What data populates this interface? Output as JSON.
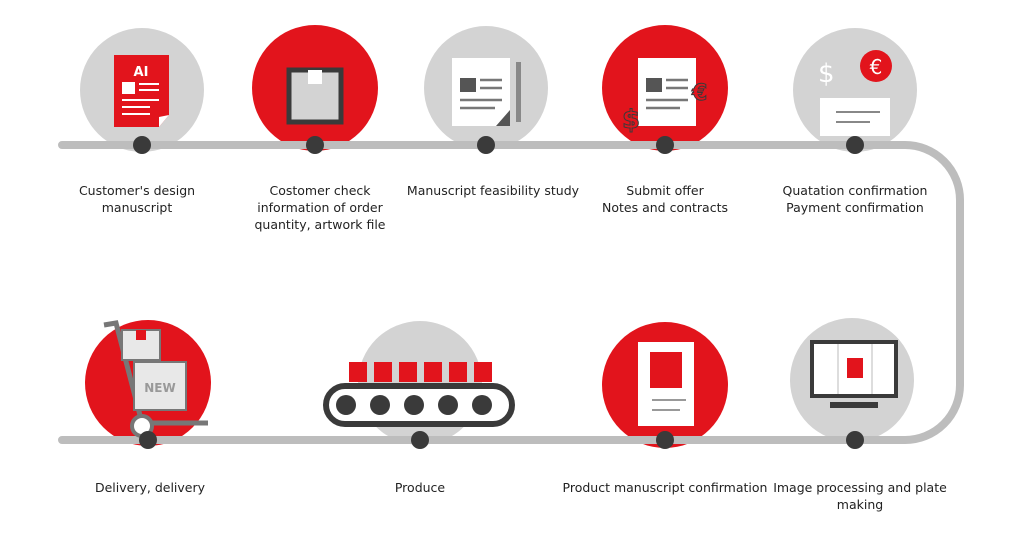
{
  "colors": {
    "red": "#e2141c",
    "gray": "#d3d3d3",
    "dark": "#3a3a3a",
    "line": "#bdbdbd"
  },
  "steps": [
    {
      "label": "Customer's design manuscript",
      "icon": "ai-file-icon",
      "badge": "AI"
    },
    {
      "label": "Costomer check\ninformation of order\nquantity, artwork file",
      "icon": "box-icon"
    },
    {
      "label": "Manuscript feasibility study",
      "icon": "document-pencil-icon"
    },
    {
      "label": "Submit offer\nNotes and contracts",
      "icon": "offer-document-icon",
      "badge": "$ €"
    },
    {
      "label": "Quatation confirmation\nPayment confirmation",
      "icon": "payment-check-icon",
      "badge": "$ €"
    },
    {
      "label": "Image processing and plate\nmaking",
      "icon": "monitor-icon"
    },
    {
      "label": "Product manuscript confirmation",
      "icon": "product-sheet-icon"
    },
    {
      "label": "Produce",
      "icon": "conveyor-icon"
    },
    {
      "label": "Delivery, delivery",
      "icon": "hand-truck-icon",
      "badge": "NEW"
    }
  ]
}
